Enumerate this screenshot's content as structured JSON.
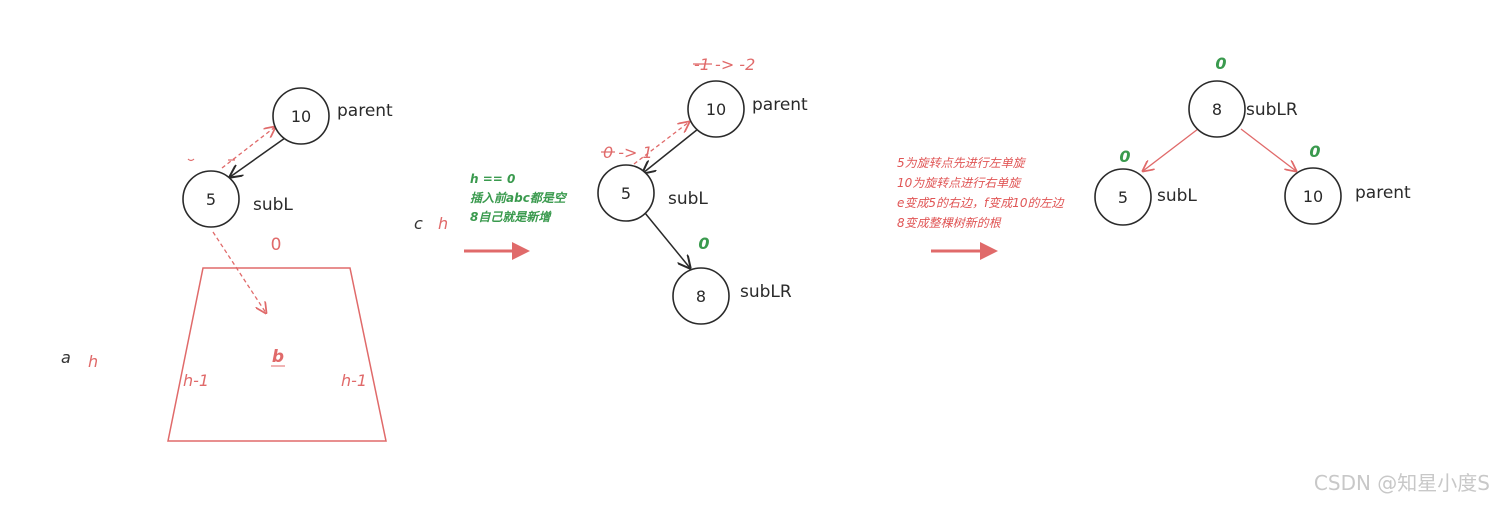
{
  "node_values": {
    "ten": "10",
    "five": "5",
    "eight": "8"
  },
  "node_names": {
    "parent": "parent",
    "subL": "subL",
    "subLR": "subLR"
  },
  "subtree": {
    "top_balance": "0",
    "label_b": "b",
    "left_height": "h-1",
    "right_height": "h-1",
    "label_a": "a",
    "height_a": "h",
    "label_c": "c",
    "height_c": "h"
  },
  "stage1": {
    "parent_bf_change": "-1 -> -2",
    "subL_bf_change": "0 -> 1",
    "subLR_bf": "0"
  },
  "notes_stage1": [
    "h == 0",
    "插入前abc都是空",
    "8自己就是新增"
  ],
  "notes_stage2": [
    "5为旋转点先进行左单旋",
    "10为旋转点进行右单旋",
    "e变成5的右边，f变成10的左边",
    "8变成整棵树新的根"
  ],
  "result": {
    "root_bf": "0",
    "left_bf": "0",
    "right_bf": "0"
  },
  "watermark": "CSDN @知星小度S",
  "colors": {
    "accent_red": "#e06a6a",
    "note_green": "#3a9a4e",
    "node_stroke": "#2a2a2a"
  }
}
